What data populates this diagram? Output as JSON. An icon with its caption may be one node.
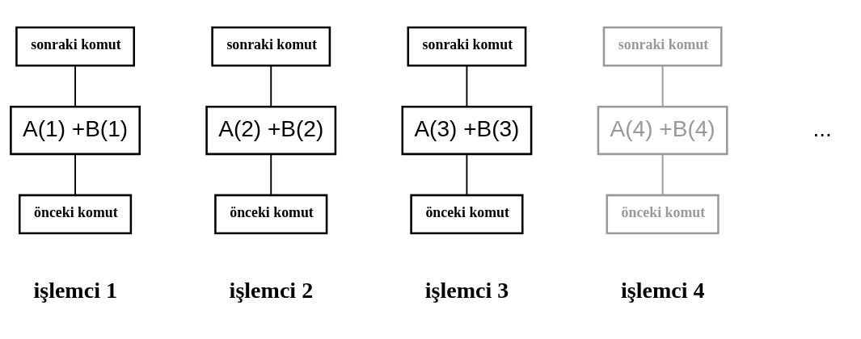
{
  "diagram": {
    "nodes": [
      {
        "text": [
          "sonraki komut"
        ]
      },
      {
        "text": [
          "A(1) +B(1)"
        ]
      },
      {
        "text": [
          "önceki komut"
        ]
      },
      {
        "text": [
          "sonraki komut"
        ]
      },
      {
        "text": [
          "A(2) +B(2)"
        ]
      },
      {
        "text": [
          "önceki komut"
        ]
      },
      {
        "text": [
          "sonraki komut"
        ]
      },
      {
        "text": [
          "A(3) +B(3)"
        ]
      },
      {
        "text": [
          "önceki komut"
        ]
      },
      {
        "text": [
          "sonraki komut"
        ]
      },
      {
        "text": [
          "A(4) +B(4)"
        ]
      },
      {
        "text": [
          "önceki komut"
        ]
      }
    ],
    "edges": [
      {
        "from": 0,
        "to": 1,
        "arrow": "none"
      },
      {
        "from": 1,
        "to": 2,
        "arrow": "none"
      },
      {
        "from": 3,
        "to": 4,
        "arrow": "none"
      },
      {
        "from": 4,
        "to": 5,
        "arrow": "none"
      },
      {
        "from": 6,
        "to": 7,
        "arrow": "none"
      },
      {
        "from": 7,
        "to": 8,
        "arrow": "none"
      },
      {
        "from": 9,
        "to": 10,
        "arrow": "none",
        "color": "#999999"
      },
      {
        "from": 10,
        "to": 11,
        "arrow": "none",
        "color": "#999999"
      }
    ],
    "labels": [
      "...",
      "işlemci 1",
      "işlemci 2",
      "işlemci 3",
      "işlemci 4"
    ]
  }
}
